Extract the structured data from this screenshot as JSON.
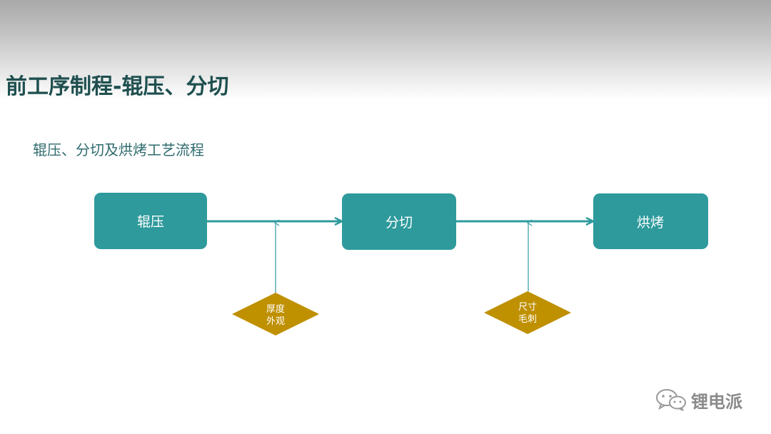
{
  "slide": {
    "title": "前工序制程-辊压、分切",
    "subtitle": "辊压、分切及烘烤工艺流程"
  },
  "flow": {
    "steps": [
      "辊压",
      "分切",
      "烘烤"
    ],
    "checkpoints": [
      {
        "line1": "厚度",
        "line2": "外观"
      },
      {
        "line1": "尺寸",
        "line2": "毛刺"
      }
    ]
  },
  "colors": {
    "step_fill": "#2e9a9c",
    "arrow": "#2e9a9c",
    "checkpoint_fill": "#bf9000",
    "title": "#1f4f4f"
  },
  "icons": {
    "watermark": "wechat-icon"
  },
  "watermark": {
    "text": "锂电派"
  }
}
